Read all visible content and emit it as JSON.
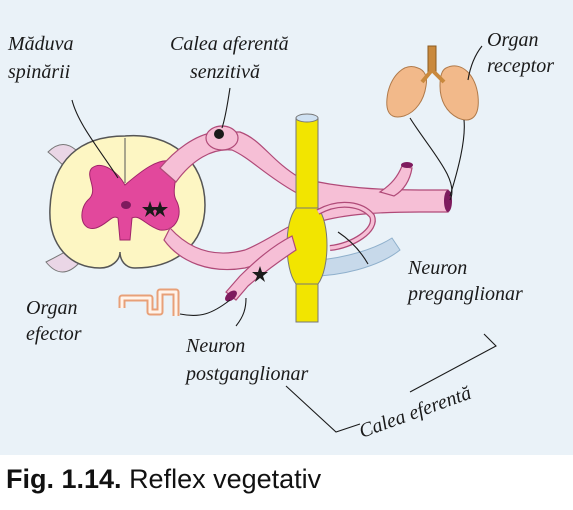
{
  "labels": {
    "spinal_cord": [
      "Măduva",
      "spinării"
    ],
    "afferent_path": [
      "Calea aferentă",
      "senzitivă"
    ],
    "receptor_organ": [
      "Organ",
      "receptor"
    ],
    "effector_organ": [
      "Organ",
      "efector"
    ],
    "preganglionic_neuron": [
      "Neuron",
      "preganglionar"
    ],
    "postganglionic_neuron": [
      "Neuron",
      "postganglionar"
    ],
    "efferent_path": "Calea eferentă"
  },
  "caption": {
    "number": "Fig. 1.14.",
    "text": "Reflex vegetativ"
  },
  "colors": {
    "background": "#eaf2f8",
    "spinal_cord": "#fdf6c3",
    "gray_matter": "#e2489c",
    "nerve": "#f6bfd6",
    "nerve_stroke": "#b04a78",
    "ganglion_chain": "#f2e500",
    "duct": "#7e1b5e",
    "lung": "#f2b98a",
    "trachea": "#c9893d",
    "vessel_light": "#c7d9ea"
  }
}
